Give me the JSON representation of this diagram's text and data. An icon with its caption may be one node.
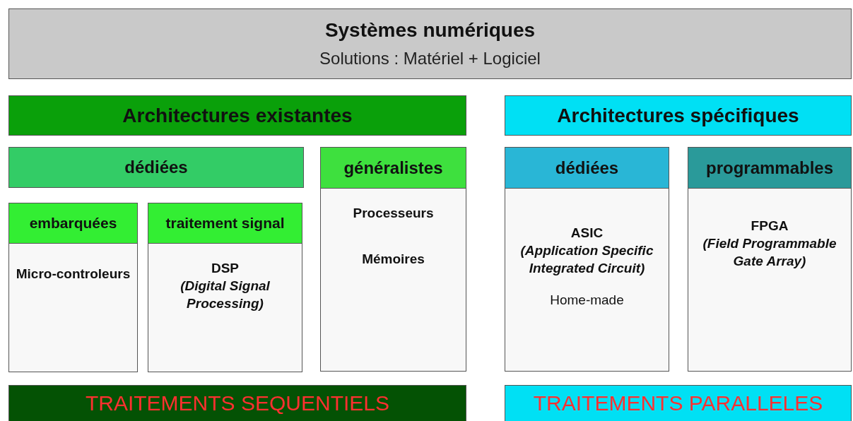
{
  "diagram": {
    "nodes": [
      {
        "text": [
          "Systèmes numériques",
          "Solutions : Matériel + Logiciel"
        ]
      },
      {
        "text": [
          "Architectures existantes"
        ]
      },
      {
        "text": [
          "Architectures spécifiques"
        ]
      },
      {
        "text": [
          "dédiées"
        ]
      },
      {
        "text": [
          "généralistes",
          "Processeurs",
          "Mémoires"
        ]
      },
      {
        "text": [
          "dédiées",
          "ASIC",
          "(Application Specific Integrated Circuit)",
          "Home-made"
        ]
      },
      {
        "text": [
          "programmables",
          "FPGA",
          "(Field Programmable Gate Array)"
        ]
      },
      {
        "text": [
          "embarquées",
          "Micro-controleurs"
        ]
      },
      {
        "text": [
          "traitement signal",
          "DSP",
          "(Digital Signal Processing)"
        ]
      },
      {
        "text": [
          "TRAITEMENTS SEQUENTIELS"
        ]
      },
      {
        "text": [
          "TRAITEMENTS PARALLELES"
        ]
      }
    ],
    "edges": []
  }
}
